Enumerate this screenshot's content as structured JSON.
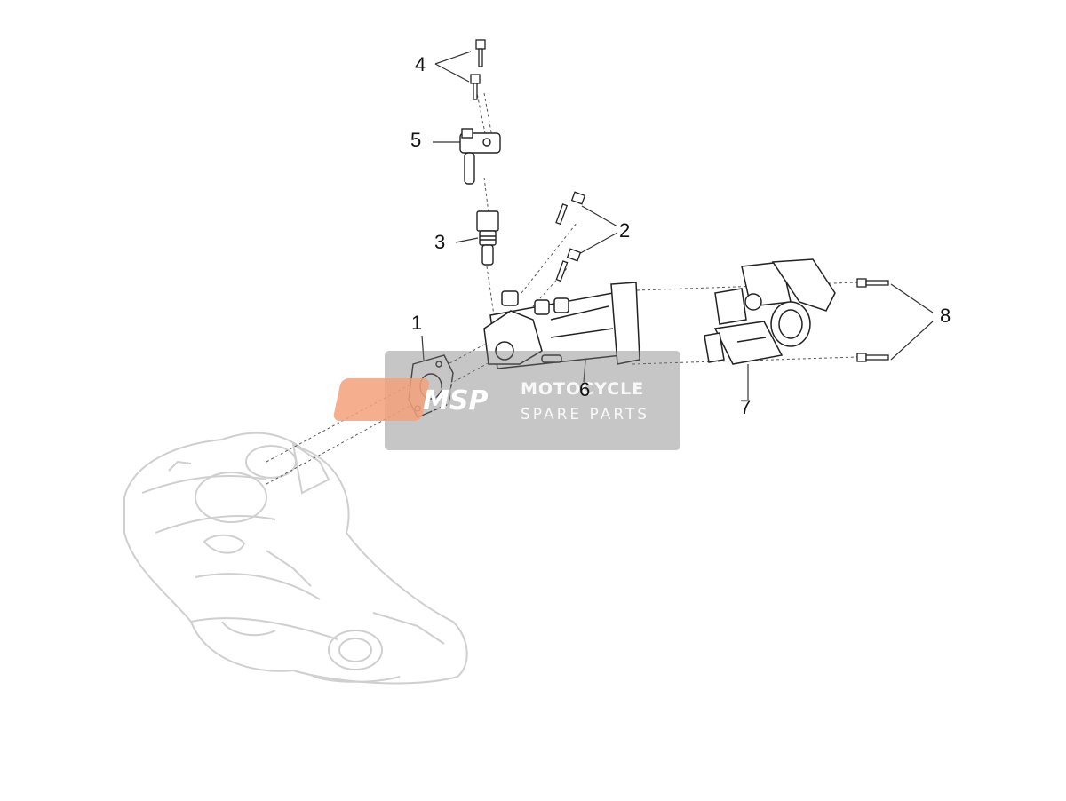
{
  "callouts": {
    "c1": "1",
    "c2": "2",
    "c3": "3",
    "c4": "4",
    "c5": "5",
    "c6": "6",
    "c7": "7",
    "c8": "8"
  },
  "watermark": {
    "logo": "MSP",
    "title": "MOTOCYCLE",
    "subtitle": "SPARE PARTS",
    "logo_color": "#f3a07a"
  }
}
